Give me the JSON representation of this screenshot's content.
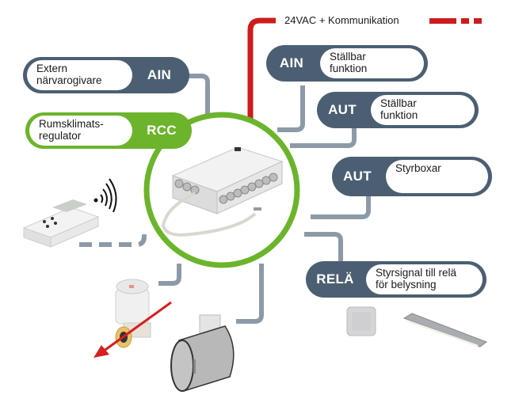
{
  "diagram": {
    "power_line_label": "24VAC + Kommunikation",
    "colors": {
      "power_line": "#cc1d1d",
      "connector": "#8c9aa8",
      "module_dark": "#4c5f72",
      "module_green": "#6cb42c",
      "central_ring": "#6cb42c",
      "arrow": "#d42020"
    },
    "central_device": {
      "name": "control-unit"
    },
    "modules": [
      {
        "id": "extern-narvarogivare",
        "code": "AIN",
        "label_line1": "Extern",
        "label_line2": "närvarogivare",
        "style": "dark",
        "side": "left"
      },
      {
        "id": "rumsklimatsregulator",
        "code": "RCC",
        "label_line1": "Rumsklimats-",
        "label_line2": "regulator",
        "style": "green",
        "side": "left"
      },
      {
        "id": "ain-stallbar",
        "code": "AIN",
        "label_line1": "Ställbar",
        "label_line2": "funktion",
        "style": "dark",
        "side": "right"
      },
      {
        "id": "aut-stallbar",
        "code": "AUT",
        "label_line1": "Ställbar",
        "label_line2": "funktion",
        "style": "dark",
        "side": "right"
      },
      {
        "id": "aut-styrboxar",
        "code": "AUT",
        "label_line1": "Styrboxar",
        "label_line2": "",
        "style": "dark",
        "side": "right"
      },
      {
        "id": "rela-belysning",
        "code": "RELÄ",
        "label_line1": "Styrsignal till relä",
        "label_line2": "för belysning",
        "style": "dark",
        "side": "right"
      }
    ],
    "devices": [
      {
        "id": "wireless-room-controller",
        "icon": "thermostat-display-icon"
      },
      {
        "id": "valve-actuator",
        "icon": "valve-actuator-icon"
      },
      {
        "id": "damper",
        "icon": "damper-icon"
      },
      {
        "id": "light-switch",
        "icon": "switch-icon"
      },
      {
        "id": "light-fixture",
        "icon": "ceiling-lamp-icon"
      }
    ]
  }
}
